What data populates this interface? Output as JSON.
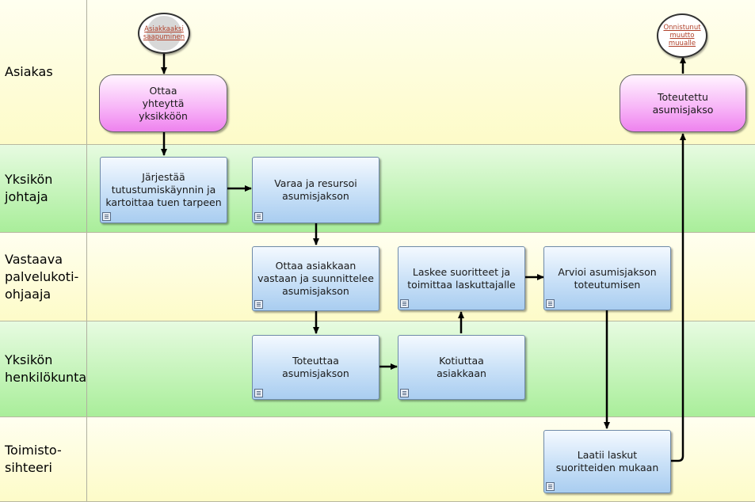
{
  "lanes": [
    {
      "label": "Asiakas"
    },
    {
      "label": "Yksikön\njohtaja"
    },
    {
      "label": "Vastaava\npalvelukoti-\nohjaaja"
    },
    {
      "label": "Yksikön\nhenkilökunta"
    },
    {
      "label": "Toimisto-\nsihteeri"
    }
  ],
  "events": {
    "start": "Asiakkaaksi\nsaapuminen",
    "end": "Onnistunut\nmuutto\nmuualle"
  },
  "processes": {
    "contact": "Ottaa\nyhteyttä\nyksikköön",
    "completed": "Toteutettu\nasumisjakso"
  },
  "tasks": {
    "visit": "Järjestää\ntutustumiskäynnin ja\nkartoittaa tuen tarpeen",
    "reserve": "Varaa ja resursoi\nasumisjakson",
    "receive": "Ottaa asiakkaan\nvastaan ja suunnittelee\nasumisjakson",
    "implement": "Toteuttaa\nasumisjakson",
    "discharge": "Kotiuttaa\nasiakkaan",
    "compute": "Laskee suoritteet ja\ntoimittaa laskuttajalle",
    "evaluate": "Arvioi asumisjakson\ntoteutumisen",
    "invoice": "Laatii laskut\nsuoritteiden mukaan"
  },
  "colors": {
    "lane_yellow": "#fdfbc8",
    "lane_green": "#a9ee9a",
    "task_blue": "#a9cdf0",
    "process_pink": "#ee82ee",
    "arrow": "#000000",
    "event_text": "#b0402a"
  },
  "icons": {
    "subprocess_marker": "subprocess-icon"
  }
}
